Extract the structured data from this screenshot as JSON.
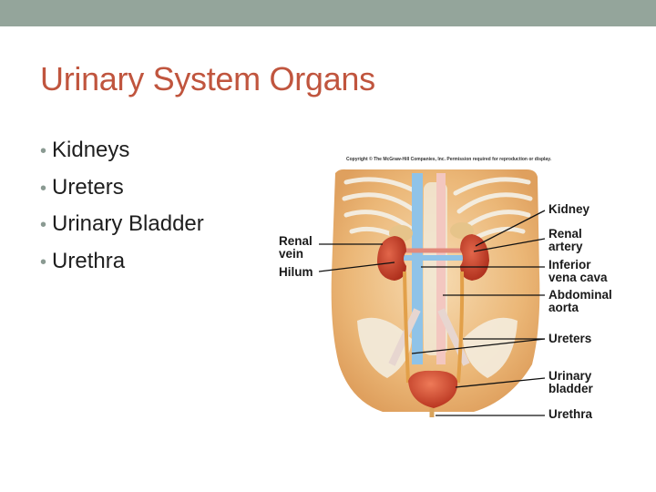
{
  "slide": {
    "title": "Urinary System Organs",
    "bullets": [
      "Kidneys",
      "Ureters",
      "Urinary Bladder",
      "Urethra"
    ],
    "bullet_glyph": "•"
  },
  "figure": {
    "copyright": "Copyright © The McGraw-Hill Companies, Inc. Permission required for reproduction or display.",
    "labels": {
      "renal_vein": "Renal\nvein",
      "hilum": "Hilum",
      "kidney": "Kidney",
      "renal_artery": "Renal\nartery",
      "inferior_vena_cava": "Inferior\nvena cava",
      "abdominal_aorta": "Abdominal\naorta",
      "ureters": "Ureters",
      "urinary_bladder": "Urinary\nbladder",
      "urethra": "Urethra"
    }
  },
  "colors": {
    "top_bar": "#94a59b",
    "title": "#c0553e",
    "text": "#1e1e1e",
    "kidney": "#c23a24",
    "skin": "#e9b274"
  }
}
